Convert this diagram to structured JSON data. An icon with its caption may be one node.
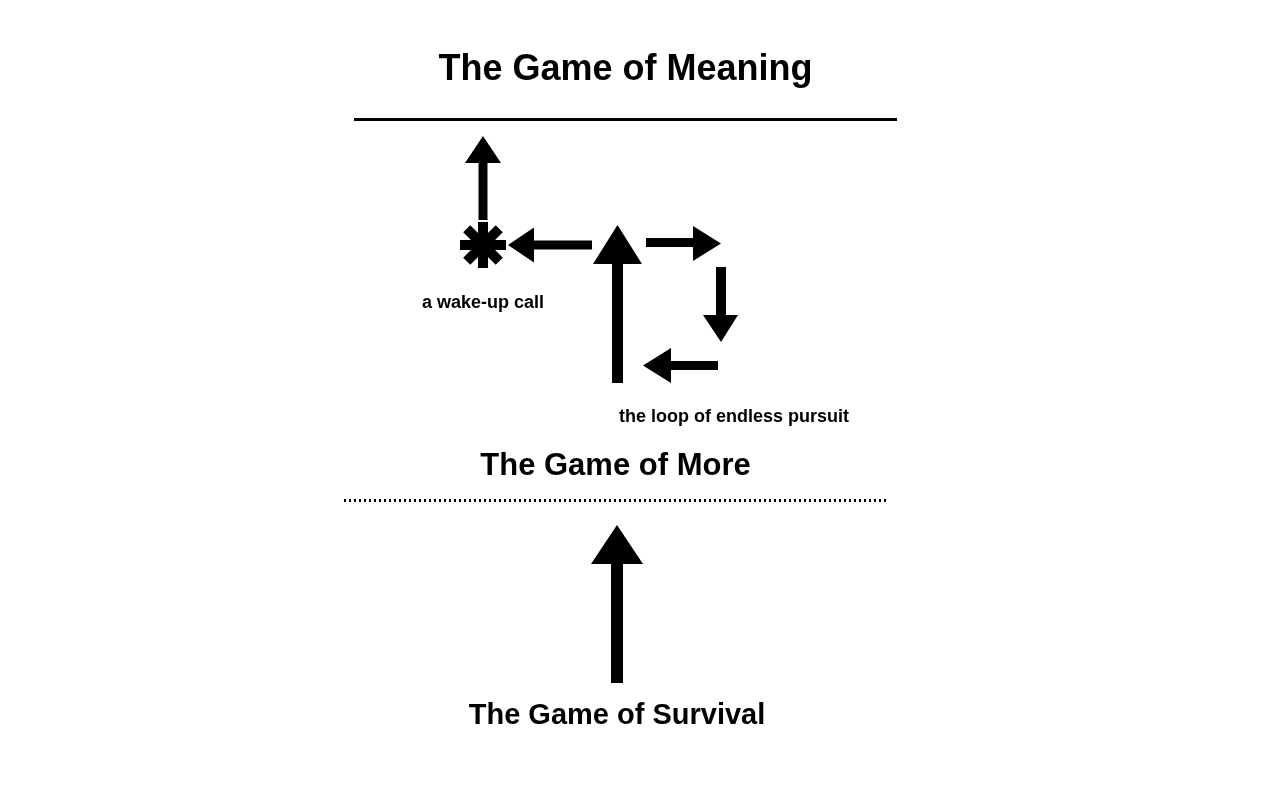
{
  "diagram": {
    "nodes": [
      {
        "text": [
          "The Game of Meaning"
        ]
      },
      {
        "text": [],
        "shape": "asterisk",
        "beside": [
          "a wake-up call"
        ]
      },
      {
        "text": [],
        "shape": "loop",
        "beside": [
          "the loop of endless pursuit"
        ]
      },
      {
        "text": [
          "The Game of More"
        ]
      },
      {
        "text": [
          "The Game of Survival"
        ]
      }
    ],
    "edges": [
      {
        "from": 2,
        "to": 1,
        "arrow": "to"
      },
      {
        "from": 1,
        "to": 0,
        "arrow": "to"
      },
      {
        "from": 4,
        "to": 3,
        "arrow": "to"
      }
    ]
  }
}
